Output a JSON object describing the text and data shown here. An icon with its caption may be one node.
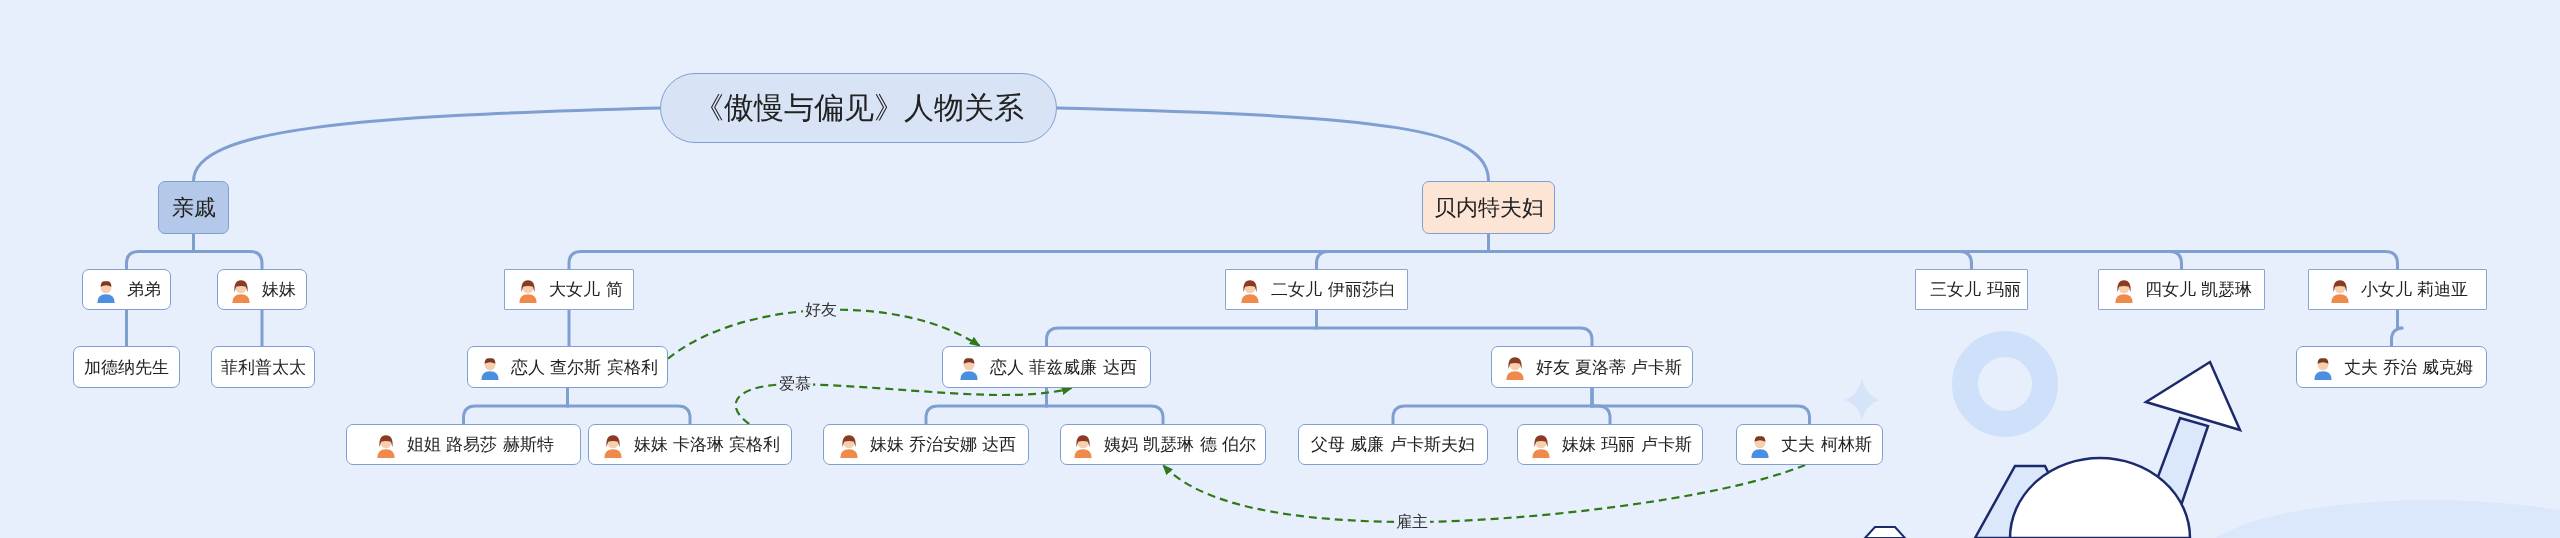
{
  "diagram": {
    "nodes": [
      {
        "text": [
          "《傲慢与偏见》人物关系"
        ]
      },
      {
        "text": [
          "亲戚"
        ]
      },
      {
        "text": [
          "贝内特夫妇"
        ]
      },
      {
        "text": [
          "弟弟"
        ]
      },
      {
        "text": [
          "妹妹"
        ]
      },
      {
        "text": [
          "加德纳先生"
        ]
      },
      {
        "text": [
          "菲利普太太"
        ]
      },
      {
        "text": [
          "大女儿 简"
        ]
      },
      {
        "text": [
          "恋人 查尔斯 宾格利"
        ]
      },
      {
        "text": [
          "姐姐 路易莎 赫斯特"
        ]
      },
      {
        "text": [
          "妹妹 卡洛琳 宾格利"
        ]
      },
      {
        "text": [
          "二女儿 伊丽莎白"
        ]
      },
      {
        "text": [
          "恋人 菲兹威廉 达西"
        ]
      },
      {
        "text": [
          "好友 夏洛蒂 卢卡斯"
        ]
      },
      {
        "text": [
          "妹妹 乔治安娜 达西"
        ]
      },
      {
        "text": [
          "姨妈 凯瑟琳 德 伯尔"
        ]
      },
      {
        "text": [
          "父母 威廉 卢卡斯夫妇"
        ]
      },
      {
        "text": [
          "妹妹 玛丽 卢卡斯"
        ]
      },
      {
        "text": [
          "丈夫 柯林斯"
        ]
      },
      {
        "text": [
          "三女儿 玛丽"
        ]
      },
      {
        "text": [
          "四女儿 凯瑟琳"
        ]
      },
      {
        "text": [
          "小女儿 莉迪亚"
        ]
      },
      {
        "text": [
          "丈夫 乔治 威克姆"
        ]
      }
    ],
    "edges": [
      {
        "from": 0,
        "to": 1,
        "arrow": "none"
      },
      {
        "from": 0,
        "to": 2,
        "arrow": "none"
      },
      {
        "from": 1,
        "to": 3,
        "arrow": "none"
      },
      {
        "from": 1,
        "to": 4,
        "arrow": "none"
      },
      {
        "from": 3,
        "to": 5,
        "arrow": "none"
      },
      {
        "from": 4,
        "to": 6,
        "arrow": "none"
      },
      {
        "from": 2,
        "to": 7,
        "arrow": "none"
      },
      {
        "from": 2,
        "to": 11,
        "arrow": "none"
      },
      {
        "from": 2,
        "to": 19,
        "arrow": "none"
      },
      {
        "from": 2,
        "to": 20,
        "arrow": "none"
      },
      {
        "from": 2,
        "to": 21,
        "arrow": "none"
      },
      {
        "from": 7,
        "to": 8,
        "arrow": "none"
      },
      {
        "from": 8,
        "to": 9,
        "arrow": "none"
      },
      {
        "from": 8,
        "to": 10,
        "arrow": "none"
      },
      {
        "from": 11,
        "to": 12,
        "arrow": "none"
      },
      {
        "from": 11,
        "to": 13,
        "arrow": "none"
      },
      {
        "from": 12,
        "to": 14,
        "arrow": "none"
      },
      {
        "from": 12,
        "to": 15,
        "arrow": "none"
      },
      {
        "from": 13,
        "to": 16,
        "arrow": "none"
      },
      {
        "from": 13,
        "to": 17,
        "arrow": "none"
      },
      {
        "from": 13,
        "to": 18,
        "arrow": "none"
      },
      {
        "from": 21,
        "to": 22,
        "arrow": "none"
      },
      {
        "from": 8,
        "to": 12,
        "arrow": "to",
        "label": "好友",
        "style": "dashed",
        "color": "#2f7a16"
      },
      {
        "from": 10,
        "to": 12,
        "arrow": "to",
        "label": "爱慕",
        "style": "dashed",
        "color": "#2f7a16"
      },
      {
        "from": 18,
        "to": 15,
        "arrow": "to",
        "label": "雇主",
        "style": "dashed",
        "color": "#2f7a16"
      }
    ]
  }
}
